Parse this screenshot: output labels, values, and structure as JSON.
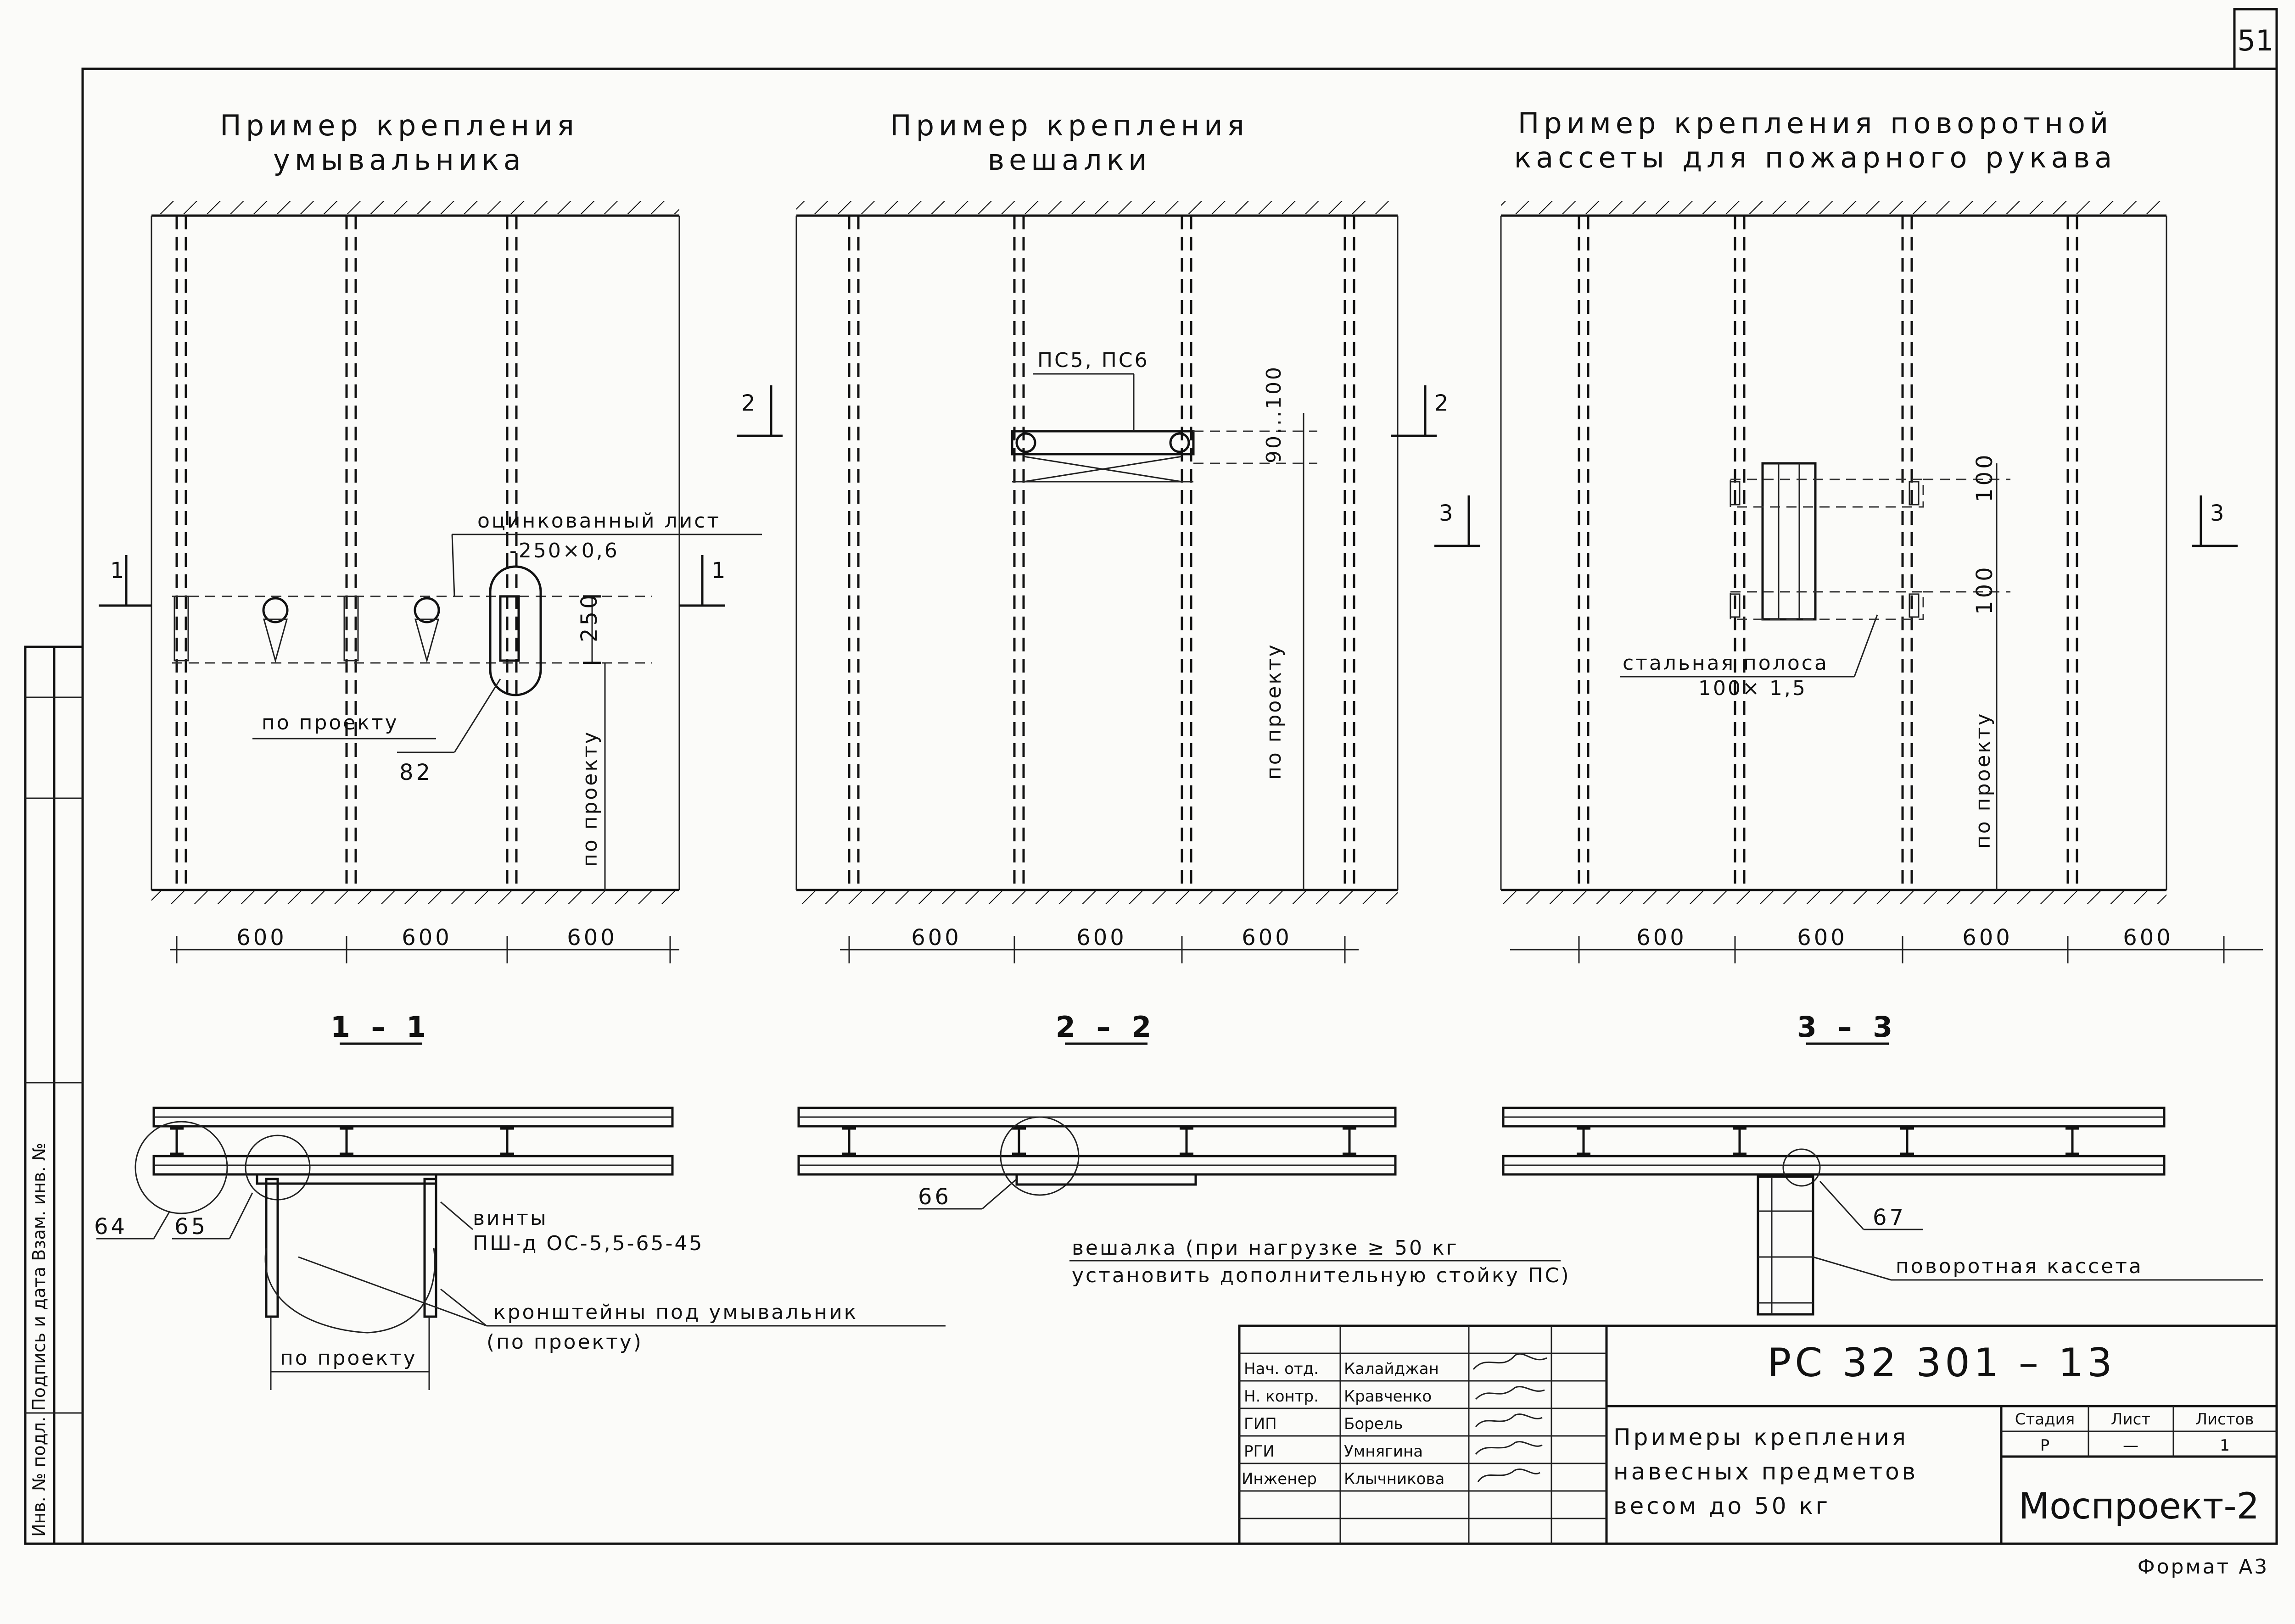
{
  "sheet_number": "51",
  "views": {
    "washbasin": {
      "title_line1": "Пример крепления",
      "title_line2": "умывальника",
      "label_sheet": "оцинкованный лист",
      "label_size": "-250×0,6",
      "dim_250": "250",
      "po_proektu_h": "по проекту",
      "po_proektu_v": "по проекту",
      "callout": "82",
      "cut_left": "1",
      "cut_right": "1"
    },
    "hanger": {
      "title_line1": "Пример крепления",
      "title_line2": "вешалки",
      "label_part": "ПС5, ПС6",
      "dim_range": "90...100",
      "po_proektu_v": "по проекту",
      "cut_left": "2",
      "cut_right": "2"
    },
    "cassette": {
      "title_line1": "Пример крепления поворотной",
      "title_line2": "кассеты для пожарного рукава",
      "dim_top": "100",
      "dim_bottom": "100",
      "label_strip": "стальная полоса",
      "label_strip_size": "100× 1,5",
      "po_proektu_v": "по проекту",
      "cut_left": "3",
      "cut_right": "3"
    }
  },
  "dims": {
    "d600": "600"
  },
  "sections": {
    "s1": {
      "label": "1 – 1",
      "callout_a": "64",
      "callout_b": "65",
      "screws_title": "винты",
      "screws_spec": "ПШ-д ОС-5,5-65-45",
      "brackets": "кронштейны под умывальник",
      "brackets_note": "(по проекту)",
      "po_proektu": "по проекту"
    },
    "s2": {
      "label": "2 – 2",
      "callout": "66",
      "note_line1": "вешалка (при нагрузке ≥ 50 кг",
      "note_line2": "установить дополнительную стойку ПС)"
    },
    "s3": {
      "label": "3 – 3",
      "callout": "67",
      "cassette_label": "поворотная кассета"
    }
  },
  "side_stamp": {
    "text": "Инв. № подл. Подпись и дата Взам. инв. №"
  },
  "title_block": {
    "doc_code": "РС 32 301 – 13",
    "roles": [
      {
        "role": "Нач. отд.",
        "name": "Калайджан"
      },
      {
        "role": "Н. контр.",
        "name": "Кравченко"
      },
      {
        "role": "ГИП",
        "name": "Борель"
      },
      {
        "role": "РГИ",
        "name": "Умнягина"
      },
      {
        "role": "Инженер",
        "name": "Клычникова"
      }
    ],
    "desc_line1": "Примеры крепления",
    "desc_line2": "навесных предметов",
    "desc_line3": "весом до 50 кг",
    "stage_header": "Стадия",
    "sheet_header": "Лист",
    "sheets_header": "Листов",
    "stage": "Р",
    "sheet": "—",
    "sheets": "1",
    "org": "Моспроект-2"
  },
  "footer": {
    "format": "Формат А3"
  }
}
